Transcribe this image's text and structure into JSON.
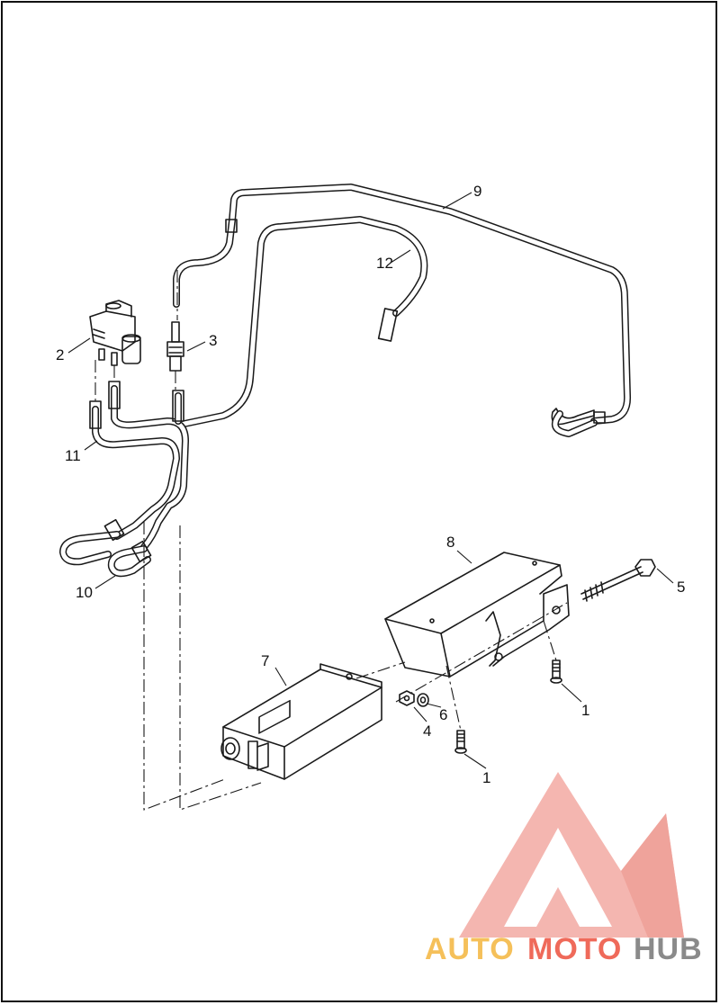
{
  "callouts": {
    "c1a": "1",
    "c1b": "1",
    "c2": "2",
    "c3": "3",
    "c4": "4",
    "c5": "5",
    "c6": "6",
    "c7": "7",
    "c8": "8",
    "c9": "9",
    "c10": "10",
    "c11": "11",
    "c12": "12"
  },
  "watermark": {
    "part1": "AUTO",
    "part2": "MOTO",
    "part3": "HUB",
    "color_auto": "#f5c05a",
    "color_moto": "#ef6a5a",
    "color_hub": "#8a8a8a"
  }
}
